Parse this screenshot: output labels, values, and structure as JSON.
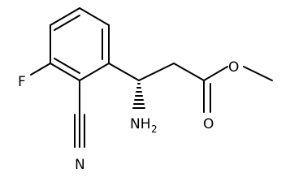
{
  "molecule": {
    "labels": {
      "fluorine": "F",
      "nitrile_nitrogen": "N",
      "amine": "NH",
      "amine_subscript": "2",
      "ester_oxygen": "O",
      "carbonyl_oxygen": "O"
    },
    "stereocenter": "hashed-wedge",
    "colors": {
      "bond": "#000000",
      "label": "#000000",
      "background": "#ffffff"
    }
  }
}
